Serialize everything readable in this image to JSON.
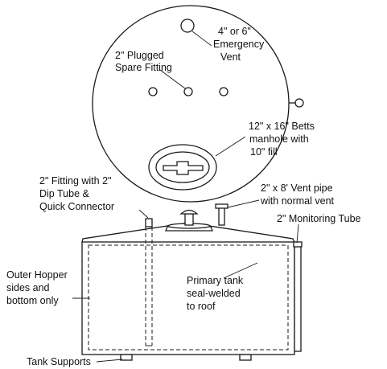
{
  "labels": {
    "plugged_fitting": [
      "2\" Plugged",
      "Spare Fitting"
    ],
    "emergency_vent": [
      "4\" or 6\"",
      "Emergency",
      "Vent"
    ],
    "manhole": [
      "12\" x 16\" Betts",
      "manhole with",
      "10\" fill"
    ],
    "dip_tube_fitting": [
      "2\" Fitting with 2\"",
      "Dip Tube &",
      "Quick Connector"
    ],
    "vent_pipe": [
      "2\" x 8' Vent pipe",
      "with normal vent"
    ],
    "monitoring_tube": [
      "2\" Monitoring Tube"
    ],
    "outer_hopper": [
      "Outer Hopper",
      "sides and",
      "bottom only"
    ],
    "primary_tank": [
      "Primary tank",
      "seal-welded",
      "to roof"
    ],
    "tank_supports": [
      "Tank Supports"
    ]
  }
}
